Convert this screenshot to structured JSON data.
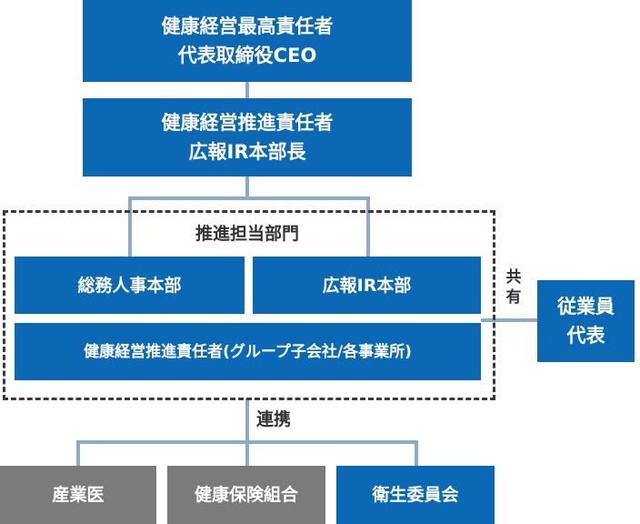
{
  "ceo_box": {
    "line1": "健康経営最高責任者",
    "line2": "代表取締役CEO"
  },
  "promo_box": {
    "line1": "健康経営推進責任者",
    "line2": "広報IR本部長"
  },
  "promo_dept": {
    "label": "推進担当部門",
    "general_affairs": "総務人事本部",
    "pr_ir": "広報IR本部",
    "group_managers": "健康経営推進責任者(グループ子会社/各事業所)"
  },
  "share_label": {
    "line1": "共",
    "line2": "有"
  },
  "employee_box": {
    "line1": "従業員",
    "line2": "代表"
  },
  "cooperation_label": "連携",
  "partners": {
    "occupational_physician": "産業医",
    "health_insurance": "健康保険組合",
    "safety_committee": "衛生委員会"
  },
  "colors": {
    "blue": "#0a68b4",
    "gray": "#7b7b7b",
    "connector": "#8cabc9"
  }
}
